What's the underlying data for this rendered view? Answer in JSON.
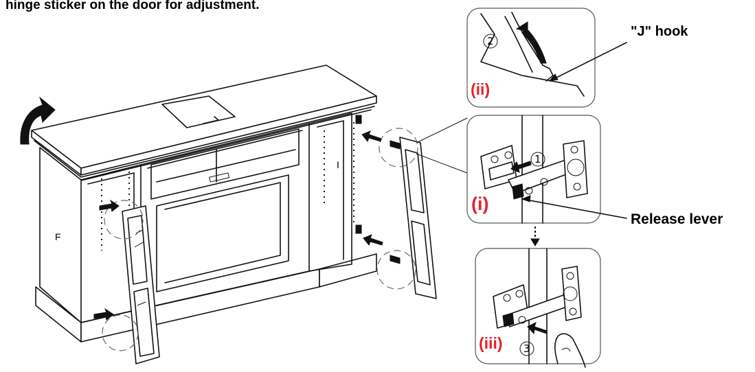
{
  "header_text": "hinge sticker on the door for adjustment.",
  "callouts": {
    "j_hook": "\"J\" hook",
    "release_lever": "Release lever"
  },
  "steps": {
    "i": "(i)",
    "ii": "(ii)",
    "iii": "(iii)"
  },
  "numbers": {
    "n1": "1",
    "n2": "2",
    "n3": "3"
  },
  "panel_letters": {
    "left": "F",
    "right": "I"
  },
  "colors": {
    "step_tag": "#e8202a",
    "line": "#111111"
  },
  "icons": {
    "rotate": "curved-arrow-icon",
    "push": "arrow-icon",
    "finger": "finger-icon"
  }
}
